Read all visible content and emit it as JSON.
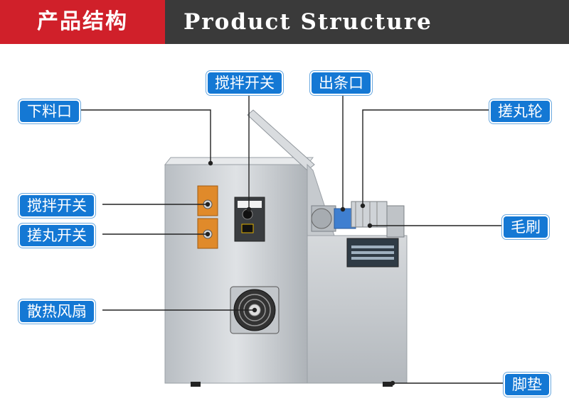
{
  "header": {
    "title_cn": "产品结构",
    "title_en": "Product Structure"
  },
  "labels": {
    "feed_inlet": "下料口",
    "mix_switch_top": "搅拌开关",
    "outlet": "出条口",
    "rolling_wheel": "搓丸轮",
    "mix_switch_left": "搅拌开关",
    "rolling_switch": "搓丸开关",
    "brush": "毛刷",
    "cooling_fan": "散热风扇",
    "foot_pad": "脚垫"
  },
  "colors": {
    "header_red": "#d0202a",
    "header_dark": "#3a3a3a",
    "callout_blue": "#1478d4",
    "steel": "#c9cdd1"
  }
}
